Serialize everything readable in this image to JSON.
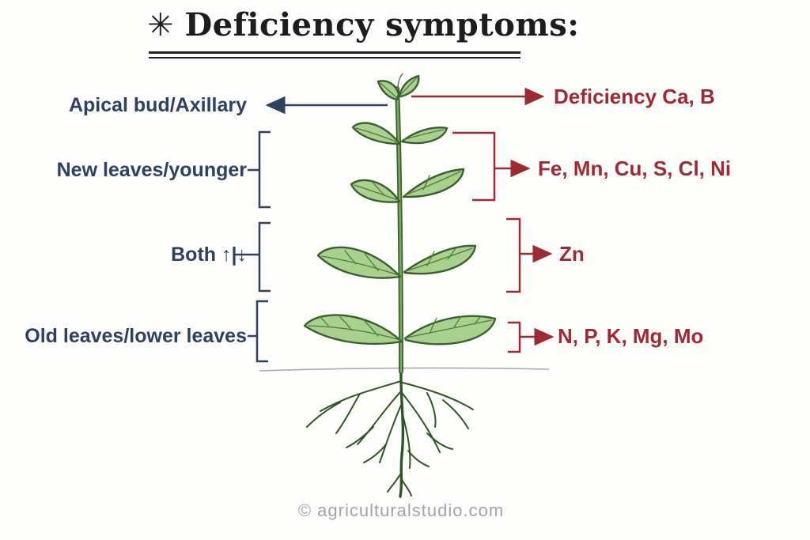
{
  "title": {
    "icon": "✳",
    "text": "Deficiency symptoms:"
  },
  "left_labels": [
    {
      "text": "Apical bud/Axillary"
    },
    {
      "text": "New leaves/younger"
    },
    {
      "text": "Both ↑|↓"
    },
    {
      "text": "Old leaves/lower leaves"
    }
  ],
  "right_labels": [
    {
      "text": "Deficiency Ca, B"
    },
    {
      "text": "Fe, Mn, Cu, S, Cl, Ni"
    },
    {
      "text": "Zn"
    },
    {
      "text": "N, P, K, Mg, Mo"
    }
  ],
  "watermark": "© agriculturalstudio.com",
  "colors": {
    "title": "#1d1d1d",
    "left_accent": "#2d4160",
    "right_accent": "#9e2a33",
    "leaf_fill": "#a9d18e",
    "leaf_stroke": "#3a5f2d",
    "vein": "#4f7a3a",
    "stem": "#7aa85c",
    "root": "#2f5526",
    "ground": "#a8adb0",
    "watermark": "#a3a3a3"
  }
}
